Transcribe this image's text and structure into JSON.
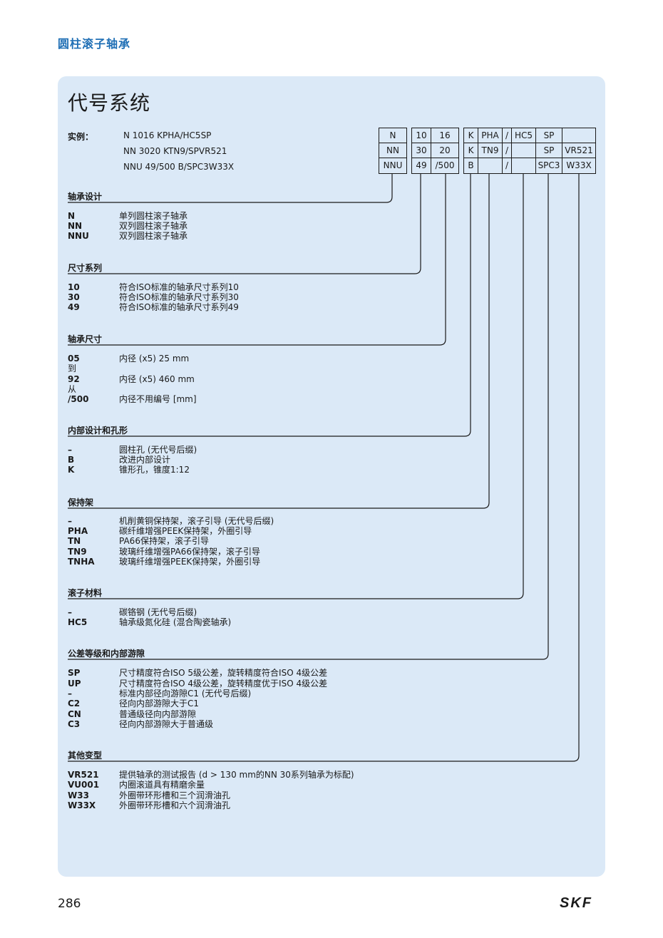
{
  "header": {
    "title": "圆柱滚子轴承"
  },
  "panel": {
    "title": "代号系统",
    "example_label": "实例：",
    "examples": [
      "N 1016 KPHA/HC5SP",
      "NN 3020 KTN9/SPVR521",
      "NNU 49/500 B/SPC3W33X"
    ]
  },
  "grid": {
    "row1": [
      "N",
      "10",
      "16",
      "K",
      "PHA",
      "/",
      "HC5",
      "SP",
      ""
    ],
    "row2": [
      "NN",
      "30",
      "20",
      "K",
      "TN9",
      "/",
      "",
      "SP",
      "VR521"
    ],
    "row3": [
      "NNU",
      "49",
      "/500",
      "B",
      "",
      "/",
      "",
      "SPC3",
      "W33X"
    ]
  },
  "sections": [
    {
      "title": "轴承设计",
      "rows": [
        [
          "N",
          "单列圆柱滚子轴承"
        ],
        [
          "NN",
          "双列圆柱滚子轴承"
        ],
        [
          "NNU",
          "双列圆柱滚子轴承"
        ]
      ]
    },
    {
      "title": "尺寸系列",
      "rows": [
        [
          "10",
          "符合ISO标准的轴承尺寸系列10"
        ],
        [
          "30",
          "符合ISO标准的轴承尺寸系列30"
        ],
        [
          "49",
          "符合ISO标准的轴承尺寸系列49"
        ]
      ]
    },
    {
      "title": "轴承尺寸",
      "rows": [
        [
          "05",
          "内径 (x5) 25 mm"
        ],
        [
          "到",
          ""
        ],
        [
          "92",
          "内径 (x5) 460 mm"
        ],
        [
          "从",
          ""
        ],
        [
          "/500",
          "内径不用编号 [mm]"
        ]
      ]
    },
    {
      "title": "内部设计和孔形",
      "rows": [
        [
          "–",
          "圆柱孔 (无代号后缀)"
        ],
        [
          "B",
          "改进内部设计"
        ],
        [
          "K",
          "锥形孔，锥度1:12"
        ]
      ]
    },
    {
      "title": "保持架",
      "rows": [
        [
          "–",
          "机削黄铜保持架，滚子引导 (无代号后缀)"
        ],
        [
          "PHA",
          "碳纤维增强PEEK保持架，外圈引导"
        ],
        [
          "TN",
          "PA66保持架，滚子引导"
        ],
        [
          "TN9",
          "玻璃纤维增强PA66保持架，滚子引导"
        ],
        [
          "TNHA",
          "玻璃纤维增强PEEK保持架，外圈引导"
        ]
      ]
    },
    {
      "title": "滚子材料",
      "rows": [
        [
          "–",
          "碳铬钢 (无代号后缀)"
        ],
        [
          "HC5",
          "轴承级氮化硅 (混合陶瓷轴承)"
        ]
      ]
    },
    {
      "title": "公差等级和内部游隙",
      "rows": [
        [
          "SP",
          "尺寸精度符合ISO 5级公差，旋转精度符合ISO 4级公差"
        ],
        [
          "UP",
          "尺寸精度符合ISO 4级公差，旋转精度优于ISO 4级公差"
        ],
        [
          "–",
          "标准内部径向游隙C1 (无代号后缀)"
        ],
        [
          "C2",
          "径向内部游隙大于C1"
        ],
        [
          "CN",
          "普通级径向内部游隙"
        ],
        [
          "C3",
          "径向内部游隙大于普通级"
        ]
      ]
    },
    {
      "title": "其他变型",
      "rows": [
        [
          "VR521",
          "提供轴承的测试报告 (d > 130 mm的NN 30系列轴承为标配)"
        ],
        [
          "VU001",
          "内圈滚道具有精磨余量"
        ],
        [
          "W33",
          "外圈带环形槽和三个润滑油孔"
        ],
        [
          "W33X",
          "外圈带环形槽和六个润滑油孔"
        ]
      ]
    }
  ],
  "footer": {
    "page_number": "286",
    "brand": "SKF"
  },
  "colors": {
    "accent": "#1f6fb5",
    "panel": "#dbe9f7",
    "text": "#1a1a1a"
  }
}
